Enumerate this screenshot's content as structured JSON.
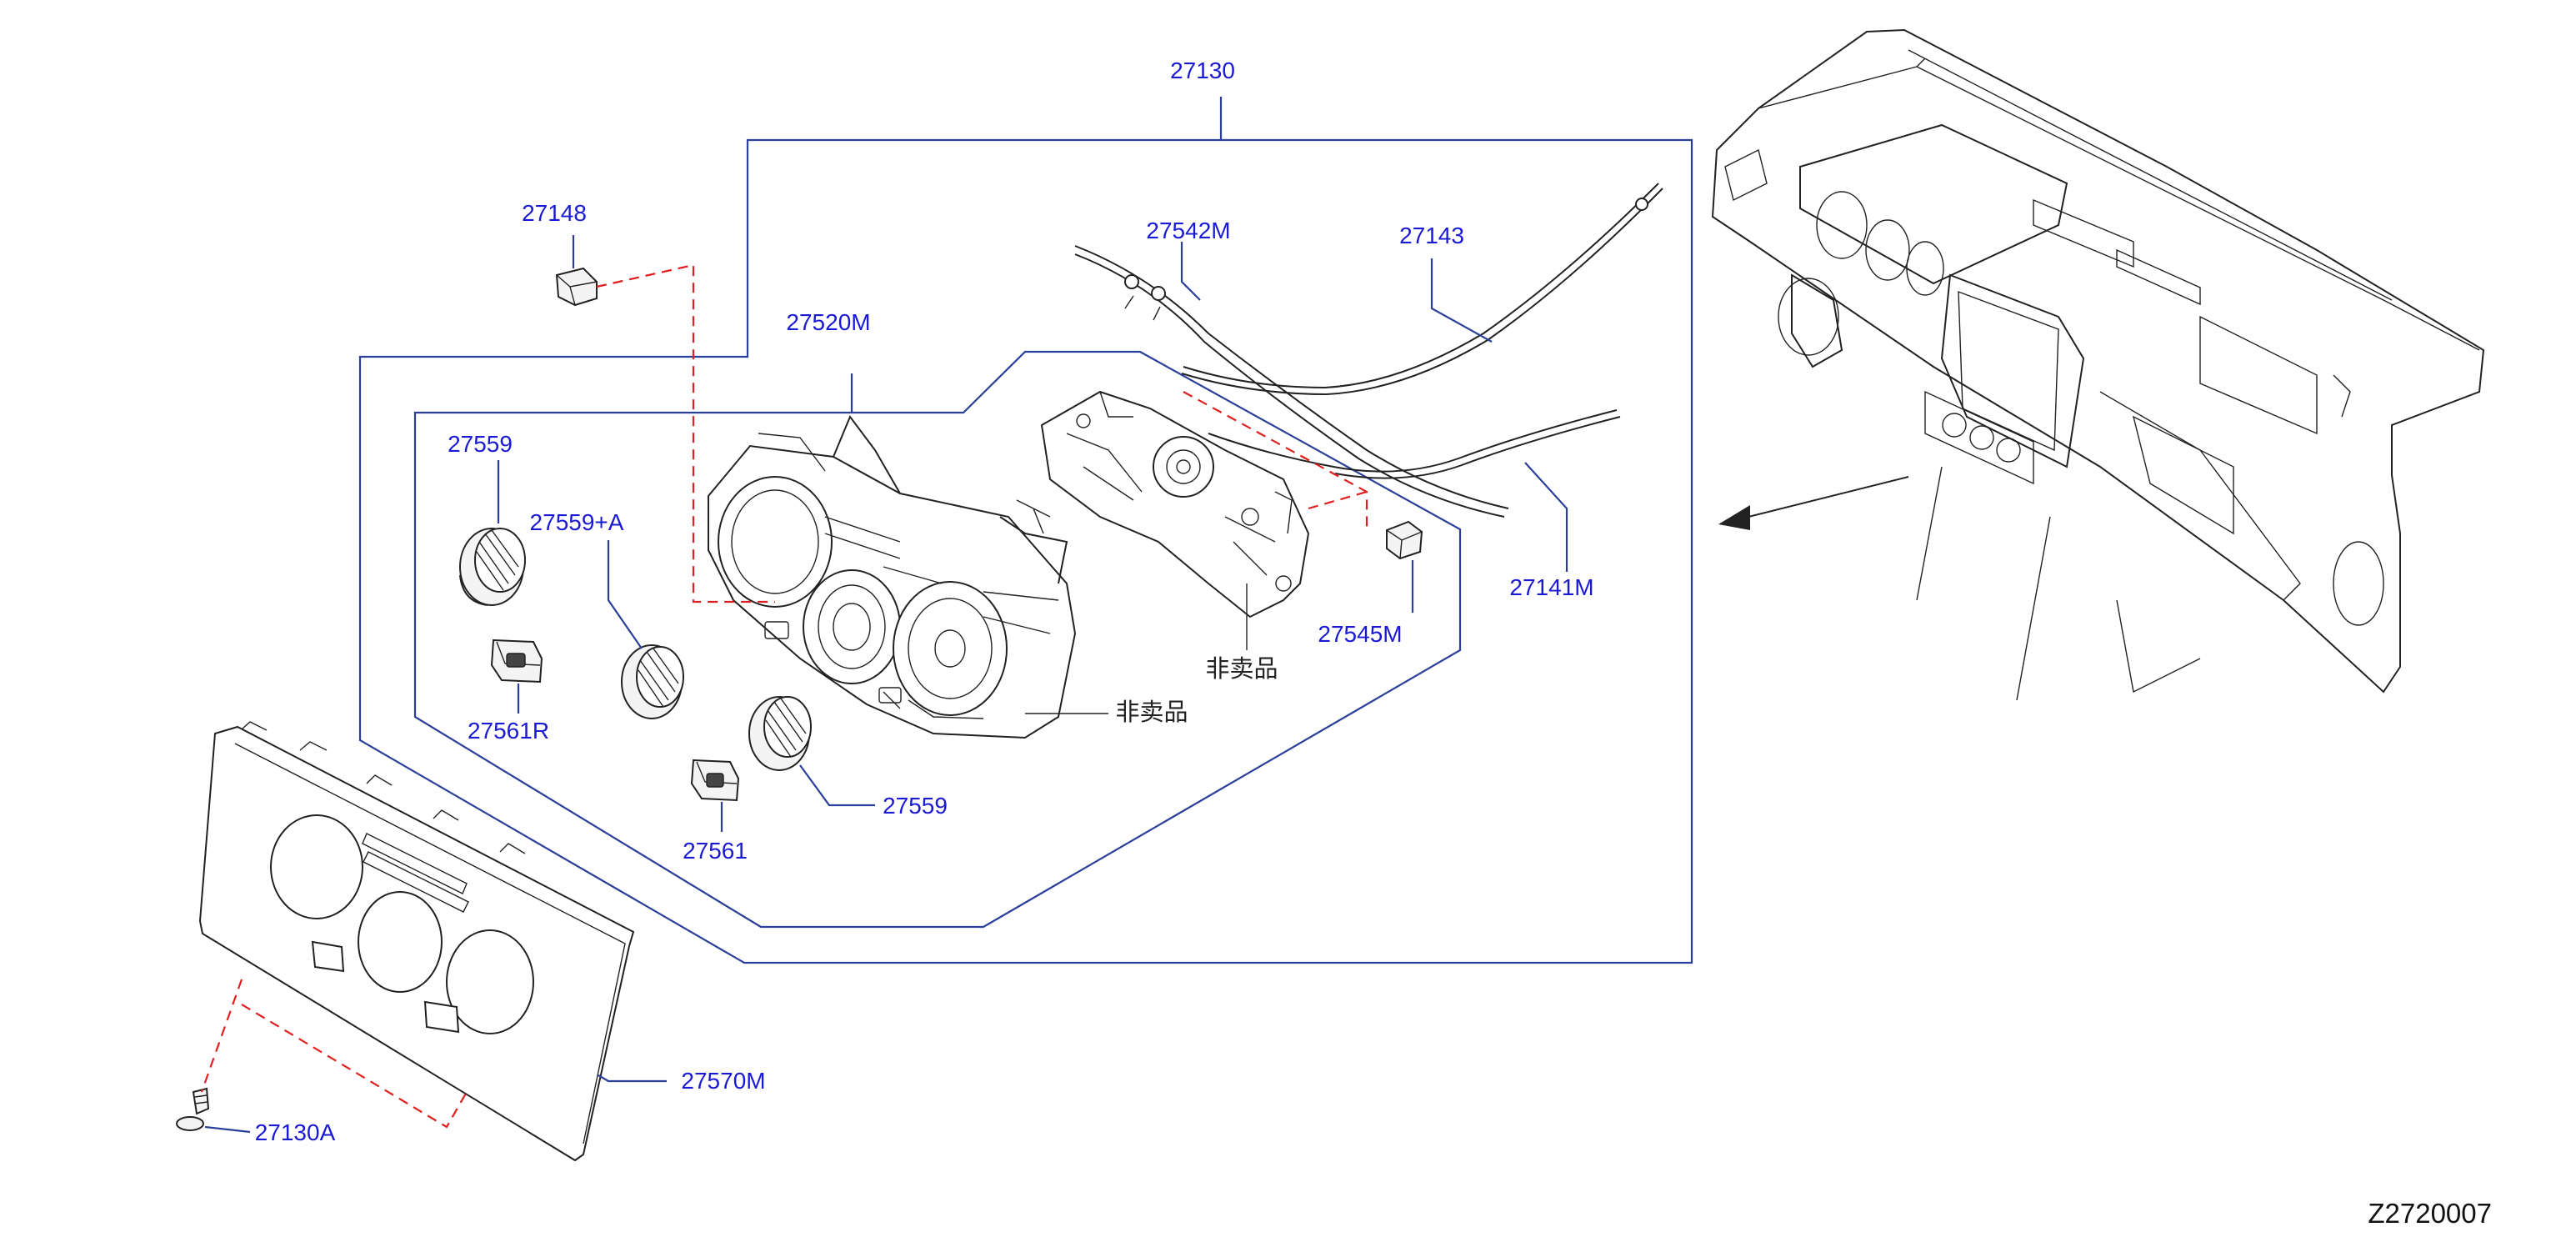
{
  "diagram_code": "Z2720007",
  "labels": {
    "p27130": "27130",
    "p27148": "27148",
    "p27542M": "27542M",
    "p27143": "27143",
    "p27520M": "27520M",
    "p27559_top": "27559",
    "p27559A": "27559+A",
    "p27545M": "27545M",
    "p27141M": "27141M",
    "p27561R": "27561R",
    "p27559_bottom": "27559",
    "p27561": "27561",
    "p27570M": "27570M",
    "p27130A": "27130A",
    "not_sold_1": "非卖品",
    "not_sold_2": "非卖品"
  },
  "colors": {
    "label_blue": "#1a1ad4",
    "leader_blue": "#2a3f9a",
    "dash_red": "#e02020",
    "line_art": "#222222"
  }
}
